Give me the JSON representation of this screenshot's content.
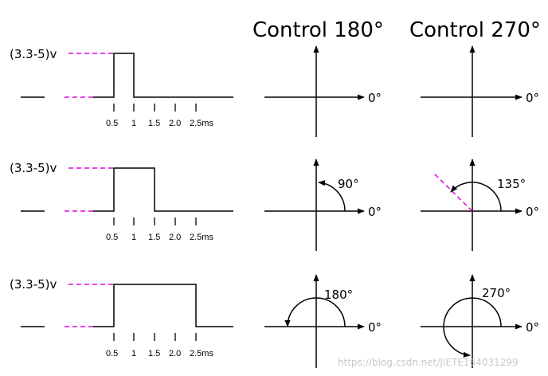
{
  "titles": {
    "left": "Control 180°",
    "right": "Control 270°"
  },
  "voltage_label": "(3.3-5)v",
  "time_ticks": [
    "0.5",
    "1",
    "1.5",
    "2.0",
    "2.5ms"
  ],
  "zero_label": "0°",
  "rows": [
    {
      "pulse_ms": 1.0,
      "angle_180_label": "",
      "angle_270_label": ""
    },
    {
      "pulse_ms": 1.5,
      "angle_180_label": "90°",
      "angle_270_label": "135°"
    },
    {
      "pulse_ms": 2.5,
      "angle_180_label": "180°",
      "angle_270_label": "270°"
    }
  ],
  "colors": {
    "line": "#000000",
    "dashed": "#e000e0"
  },
  "watermark": "https://blog.csdn.net/JIETE164031299"
}
